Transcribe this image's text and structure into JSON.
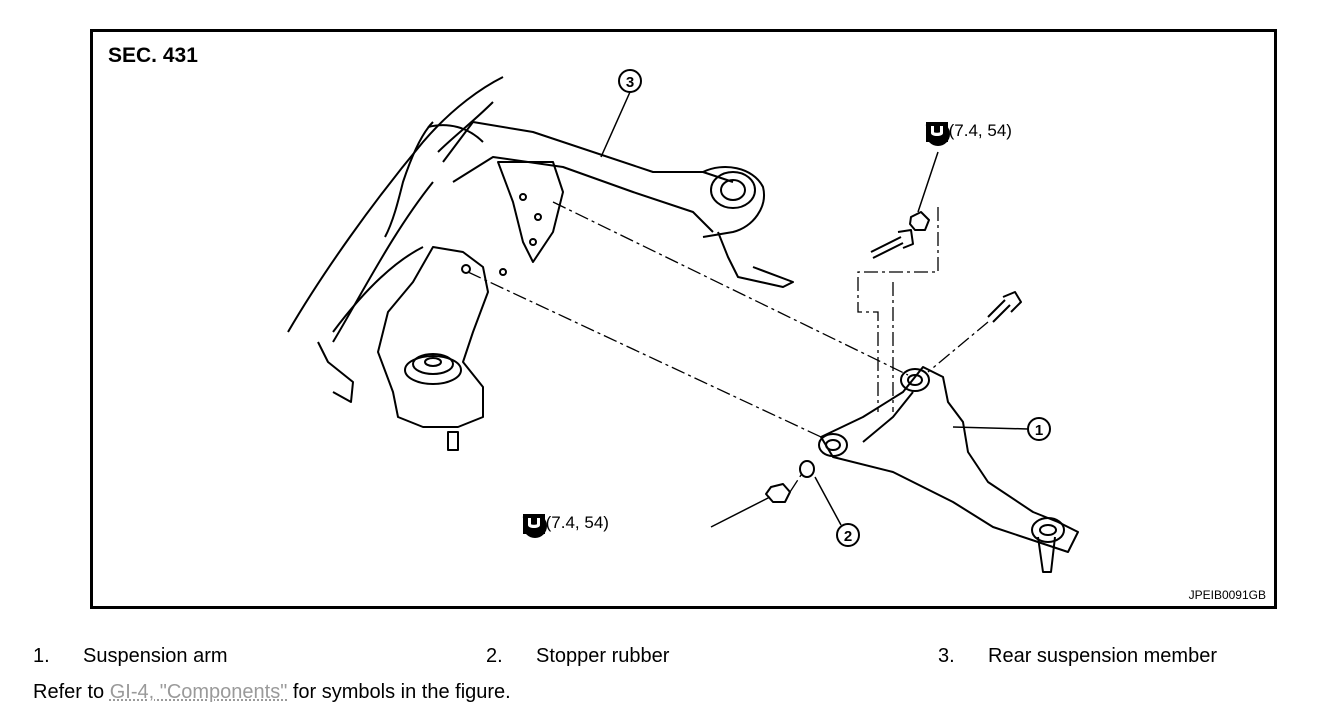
{
  "figure": {
    "section": "SEC. 431",
    "figure_id": "JPEIB0091GB",
    "callouts": [
      "1",
      "2",
      "3"
    ],
    "torque_top": "73 (7.4, 54)",
    "torque_bottom": "73 (7.4, 54)",
    "icons": [
      "do-not-reuse-icon",
      "wrench-torque-icon"
    ]
  },
  "legend": [
    {
      "num": "1.",
      "label": "Suspension arm"
    },
    {
      "num": "2.",
      "label": "Stopper rubber"
    },
    {
      "num": "3.",
      "label": "Rear suspension member"
    }
  ],
  "refer": {
    "prefix": "Refer to ",
    "link": "GI-4, \"Components\"",
    "suffix": " for symbols in the figure."
  }
}
